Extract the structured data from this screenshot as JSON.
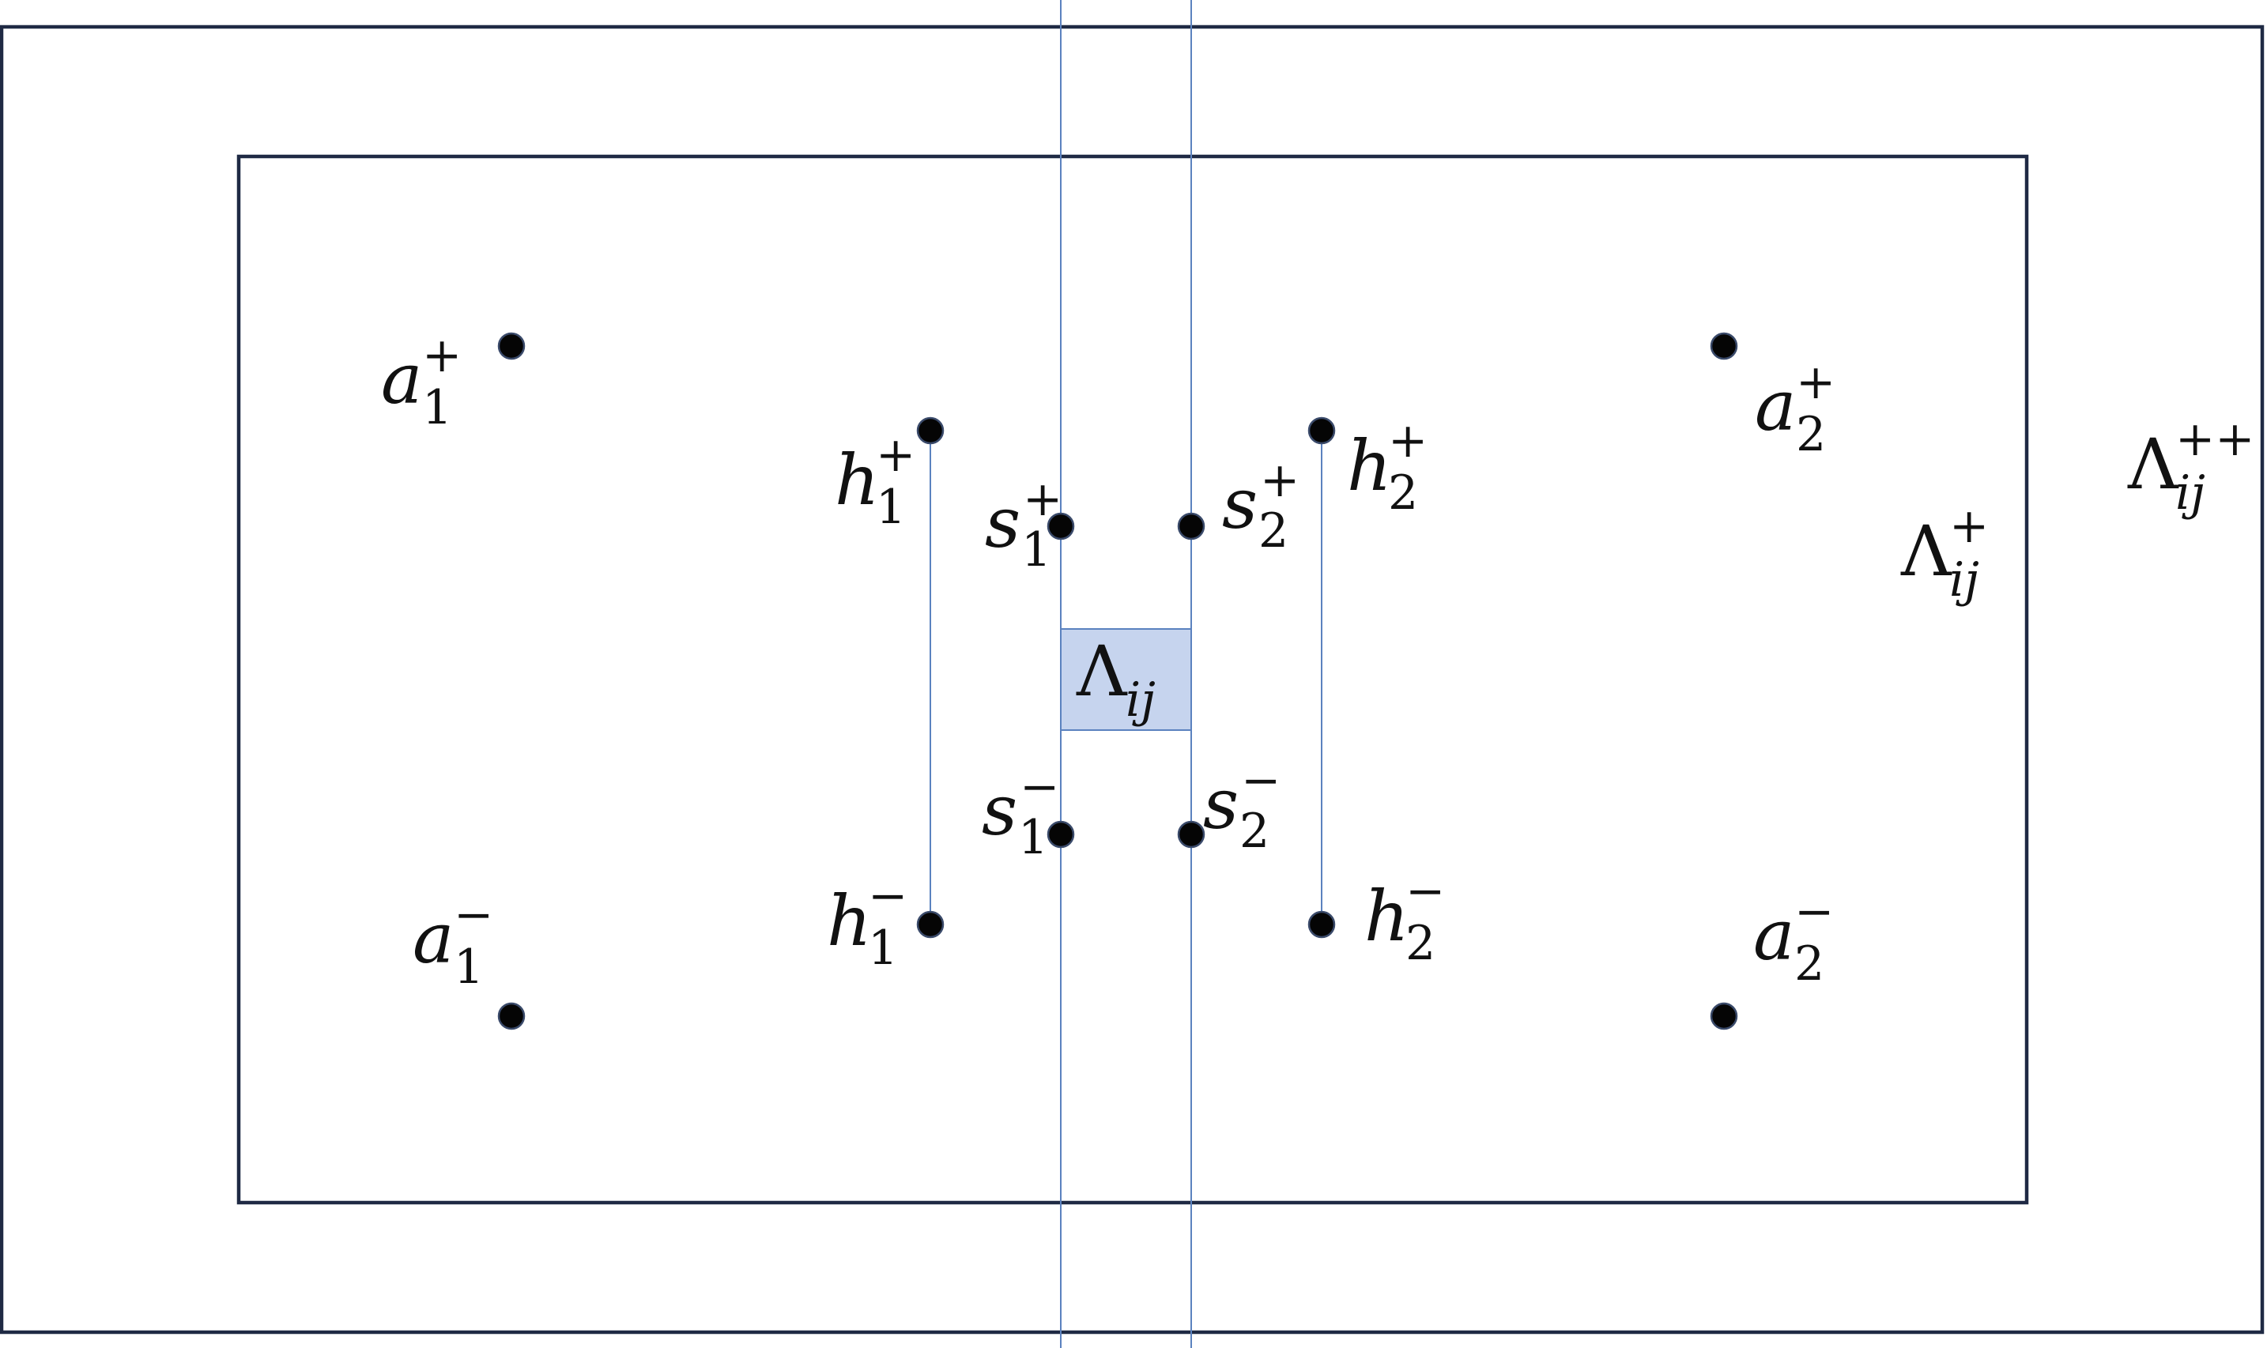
{
  "regions": {
    "outer": {
      "base": "Λ",
      "sub": "ij",
      "sup": "++"
    },
    "middle": {
      "base": "Λ",
      "sub": "ij",
      "sup": "+"
    },
    "inner": {
      "base": "Λ",
      "sub": "ij",
      "sup": ""
    }
  },
  "points": {
    "a1_plus": {
      "base": "a",
      "sub": "1",
      "sup": "+"
    },
    "a1_minus": {
      "base": "a",
      "sub": "1",
      "sup": "−"
    },
    "a2_plus": {
      "base": "a",
      "sub": "2",
      "sup": "+"
    },
    "a2_minus": {
      "base": "a",
      "sub": "2",
      "sup": "−"
    },
    "h1_plus": {
      "base": "h",
      "sub": "1",
      "sup": "+"
    },
    "h1_minus": {
      "base": "h",
      "sub": "1",
      "sup": "−"
    },
    "h2_plus": {
      "base": "h",
      "sub": "2",
      "sup": "+"
    },
    "h2_minus": {
      "base": "h",
      "sub": "2",
      "sup": "−"
    },
    "s1_plus": {
      "base": "s",
      "sub": "1",
      "sup": "+"
    },
    "s1_minus": {
      "base": "s",
      "sub": "1",
      "sup": "−"
    },
    "s2_plus": {
      "base": "s",
      "sub": "2",
      "sup": "+"
    },
    "s2_minus": {
      "base": "s",
      "sub": "2",
      "sup": "−"
    }
  }
}
